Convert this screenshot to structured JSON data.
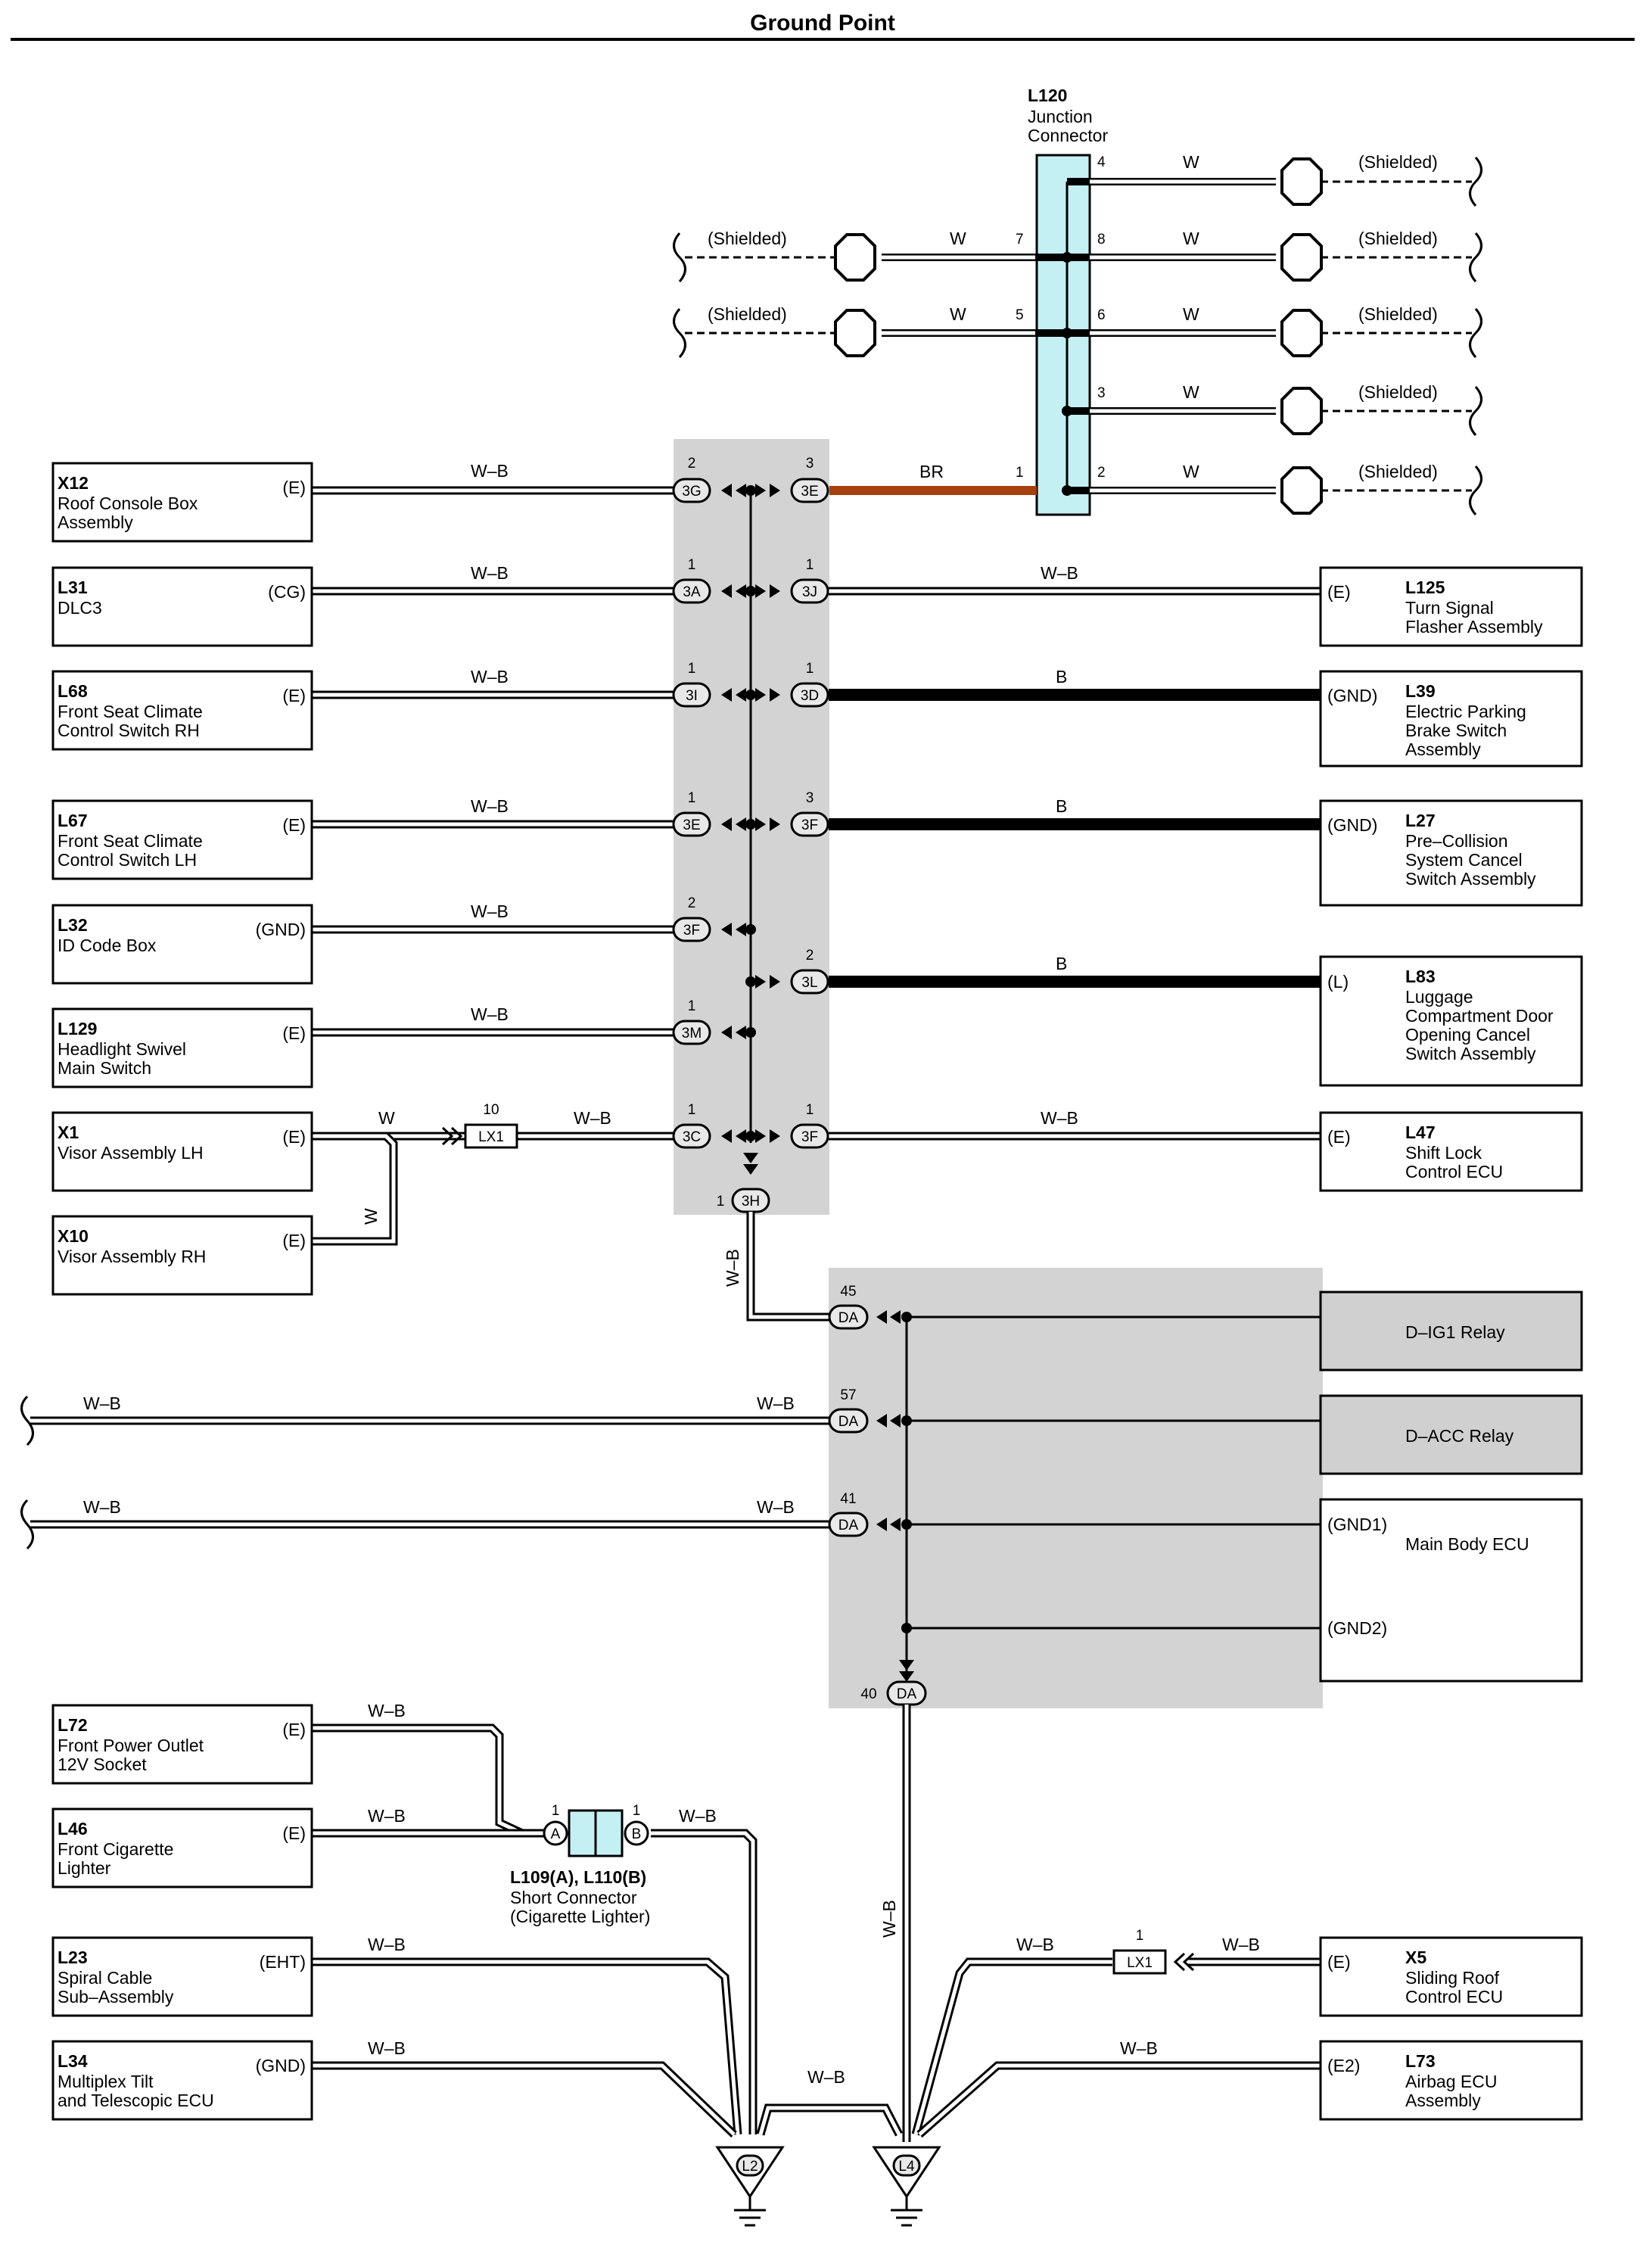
{
  "title": "Ground Point",
  "junction": {
    "code": "L120",
    "name1": "Junction",
    "name2": "Connector"
  },
  "shielded": "(Shielded)",
  "colors": {
    "wire_br": "#a6400c",
    "junction_fill": "#c4f0f4",
    "region_gray": "#d3d3d3",
    "relay_gray": "#d0d0d0"
  },
  "shield_pins": {
    "p4": "4",
    "p7": "7",
    "p8": "8",
    "p5": "5",
    "p6": "6",
    "p3": "3",
    "p2": "2",
    "p1": "1"
  },
  "wire": {
    "w": "W",
    "wb": "W–B",
    "b": "B",
    "br": "BR"
  },
  "components": {
    "x12": {
      "code": "X12",
      "l1": "Roof Console Box",
      "l2": "Assembly",
      "term": "(E)"
    },
    "l31": {
      "code": "L31",
      "l1": "DLC3",
      "term": "(CG)"
    },
    "l68": {
      "code": "L68",
      "l1": "Front Seat Climate",
      "l2": "Control Switch RH",
      "term": "(E)"
    },
    "l67": {
      "code": "L67",
      "l1": "Front Seat Climate",
      "l2": "Control Switch LH",
      "term": "(E)"
    },
    "l32": {
      "code": "L32",
      "l1": "ID Code Box",
      "term": "(GND)"
    },
    "l129": {
      "code": "L129",
      "l1": "Headlight Swivel",
      "l2": "Main Switch",
      "term": "(E)"
    },
    "x1": {
      "code": "X1",
      "l1": "Visor Assembly LH",
      "term": "(E)"
    },
    "x10": {
      "code": "X10",
      "l1": "Visor Assembly RH",
      "term": "(E)"
    },
    "l125": {
      "code": "L125",
      "l1": "Turn Signal",
      "l2": "Flasher Assembly",
      "term": "(E)"
    },
    "l39": {
      "code": "L39",
      "l1": "Electric Parking",
      "l2": "Brake Switch",
      "l3": "Assembly",
      "term": "(GND)"
    },
    "l27": {
      "code": "L27",
      "l1": "Pre–Collision",
      "l2": "System Cancel",
      "l3": "Switch Assembly",
      "term": "(GND)"
    },
    "l83": {
      "code": "L83",
      "l1": "Luggage",
      "l2": "Compartment Door",
      "l3": "Opening Cancel",
      "l4": "Switch Assembly",
      "term": "(L)"
    },
    "l47": {
      "code": "L47",
      "l1": "Shift Lock",
      "l2": "Control ECU",
      "term": "(E)"
    },
    "dig1": {
      "name": "D–IG1 Relay"
    },
    "dacc": {
      "name": "D–ACC Relay"
    },
    "mbecu": {
      "name": "Main Body ECU",
      "t1": "(GND1)",
      "t2": "(GND2)"
    },
    "l72": {
      "code": "L72",
      "l1": "Front Power Outlet",
      "l2": "12V Socket",
      "term": "(E)"
    },
    "l46": {
      "code": "L46",
      "l1": "Front Cigarette",
      "l2": "Lighter",
      "term": "(E)"
    },
    "l23": {
      "code": "L23",
      "l1": "Spiral Cable",
      "l2": "Sub–Assembly",
      "term": "(EHT)"
    },
    "l34": {
      "code": "L34",
      "l1": "Multiplex Tilt",
      "l2": "and Telescopic ECU",
      "term": "(GND)"
    },
    "x5": {
      "code": "X5",
      "l1": "Sliding Roof",
      "l2": "Control ECU",
      "term": "(E)"
    },
    "l73": {
      "code": "L73",
      "l1": "Airbag ECU",
      "l2": "Assembly",
      "term": "(E2)"
    }
  },
  "connectors": {
    "c3g": {
      "label": "3G",
      "pin": "2"
    },
    "c3e_r": {
      "label": "3E",
      "pin": "3"
    },
    "c3a": {
      "label": "3A",
      "pin": "1"
    },
    "c3j": {
      "label": "3J",
      "pin": "1"
    },
    "c3i": {
      "label": "3I",
      "pin": "1"
    },
    "c3d": {
      "label": "3D",
      "pin": "1"
    },
    "c3e_l": {
      "label": "3E",
      "pin": "1"
    },
    "c3f_r1": {
      "label": "3F",
      "pin": "3"
    },
    "c3f_l": {
      "label": "3F",
      "pin": "2"
    },
    "c3l": {
      "label": "3L",
      "pin": "2"
    },
    "c3m": {
      "label": "3M",
      "pin": "1"
    },
    "c3c": {
      "label": "3C",
      "pin": "1"
    },
    "c3f_r2": {
      "label": "3F",
      "pin": "1"
    },
    "c3h": {
      "label": "3H",
      "pin": "1"
    },
    "lx1a": {
      "label": "LX1",
      "pin": "10"
    },
    "lx1b": {
      "label": "LX1",
      "pin": "1"
    },
    "da45": {
      "label": "DA",
      "pin": "45"
    },
    "da57": {
      "label": "DA",
      "pin": "57"
    },
    "da41": {
      "label": "DA",
      "pin": "41"
    },
    "da40": {
      "label": "DA",
      "pin": "40"
    },
    "short_a": {
      "label": "A",
      "pin": "1"
    },
    "short_b": {
      "label": "B",
      "pin": "1"
    },
    "short_name": {
      "l1": "L109(A), L110(B)",
      "l2": "Short Connector",
      "l3": "(Cigarette Lighter)"
    }
  },
  "grounds": {
    "l2": "L2",
    "l4": "L4"
  }
}
